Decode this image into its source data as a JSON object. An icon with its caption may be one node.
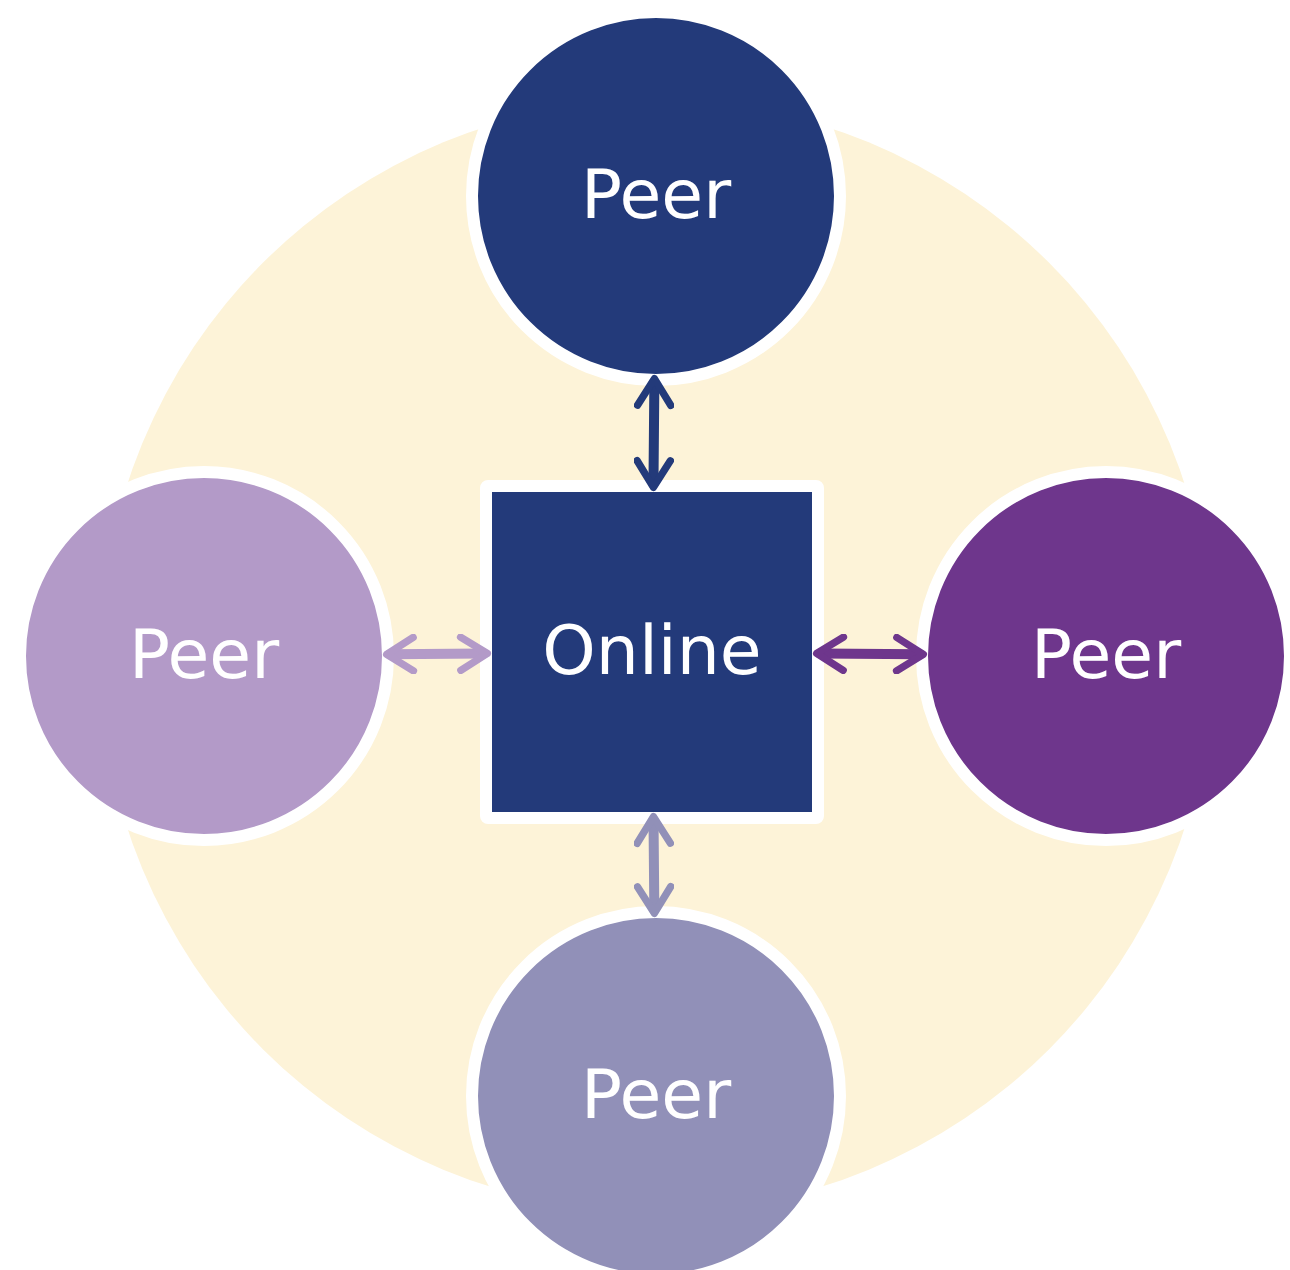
{
  "diagram": {
    "nodes": [
      {
        "text": [
          "Peer"
        ]
      },
      {
        "text": [
          "Peer"
        ]
      },
      {
        "text": [
          "Online"
        ]
      },
      {
        "text": [
          "Peer"
        ]
      },
      {
        "text": [
          "Peer"
        ]
      }
    ],
    "edges": [
      {
        "from": 0,
        "to": 2,
        "arrow": "both",
        "color": "#233a7a"
      },
      {
        "from": 1,
        "to": 2,
        "arrow": "both",
        "color": "#b39ac8"
      },
      {
        "from": 2,
        "to": 3,
        "arrow": "both",
        "color": "#6e368c"
      },
      {
        "from": 2,
        "to": 4,
        "arrow": "both",
        "color": "#9190b8"
      }
    ]
  }
}
